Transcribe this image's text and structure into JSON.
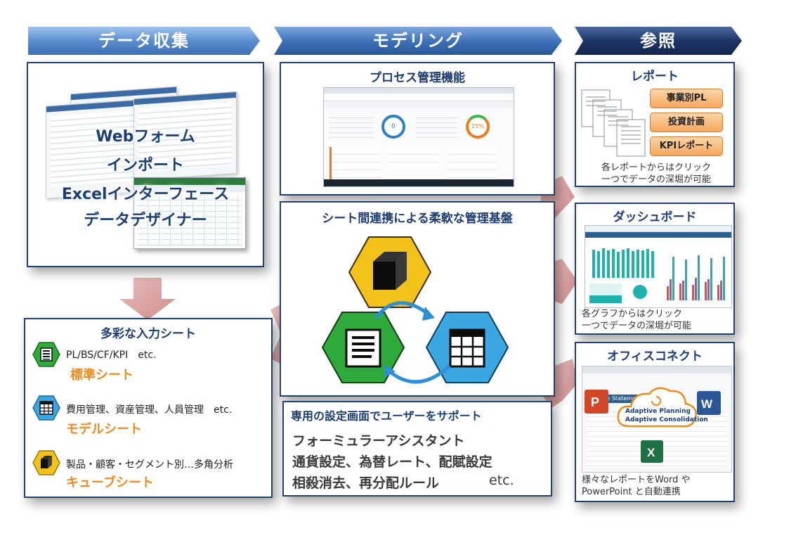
{
  "stages": [
    {
      "label": "データ収集"
    },
    {
      "label": "モデリング"
    },
    {
      "label": "参照"
    }
  ],
  "collect": {
    "lines": [
      "Webフォーム",
      "インポート",
      "Excelインターフェース",
      "データデザイナー"
    ]
  },
  "input_sheets": {
    "title": "多彩な入力シート",
    "items": [
      {
        "desc": "PL/BS/CF/KPI　etc.",
        "name": "標準シート",
        "icon": "list-sheet-icon",
        "color": "#2eaa3a"
      },
      {
        "desc": "費用管理、資産管理、人員管理　etc.",
        "name": "モデルシート",
        "icon": "grid-sheet-icon",
        "color": "#3aa7e2"
      },
      {
        "desc": "製品・顧客・セグメント別…多角分析",
        "name": "キューブシート",
        "icon": "cube-icon",
        "color": "#f2c21b"
      }
    ]
  },
  "process": {
    "title": "プロセス管理機能",
    "gauges": [
      "0",
      "25%"
    ]
  },
  "sheet_link": {
    "title": "シート間連携による柔軟な管理基盤"
  },
  "support": {
    "title": "専用の設定画面でユーザーをサポート",
    "lines": [
      "フォーミュラーアシスタント",
      "通貨設定、為替レート、配賦設定"
    ],
    "last_line": "相殺消去、再分配ルール",
    "etc": "etc."
  },
  "report": {
    "title": "レポート",
    "buttons": [
      "事業別PL",
      "投資計画",
      "KPIレポート"
    ],
    "caption": [
      "各レポートからはクリック",
      "一つでデータの深堀が可能"
    ]
  },
  "dashboard": {
    "title": "ダッシュボード",
    "caption": [
      "各グラフからはクリック",
      "一つでデータの深堀が可能"
    ]
  },
  "office": {
    "title": "オフィスコネクト",
    "cloud_lines": [
      "Adaptive Planning",
      "Adaptive Consolidation"
    ],
    "caption": [
      "様々なレポートをWord や",
      "PowerPoint と自動連携"
    ],
    "doc_label": "Income Statement"
  },
  "colors": {
    "stage_light": "#5b8fd0",
    "stage_mid": "#3f72b8",
    "stage_dark": "#1c3464",
    "border": "#23406f",
    "orange": "#f08a1e",
    "arrow": "#d98e8e"
  }
}
